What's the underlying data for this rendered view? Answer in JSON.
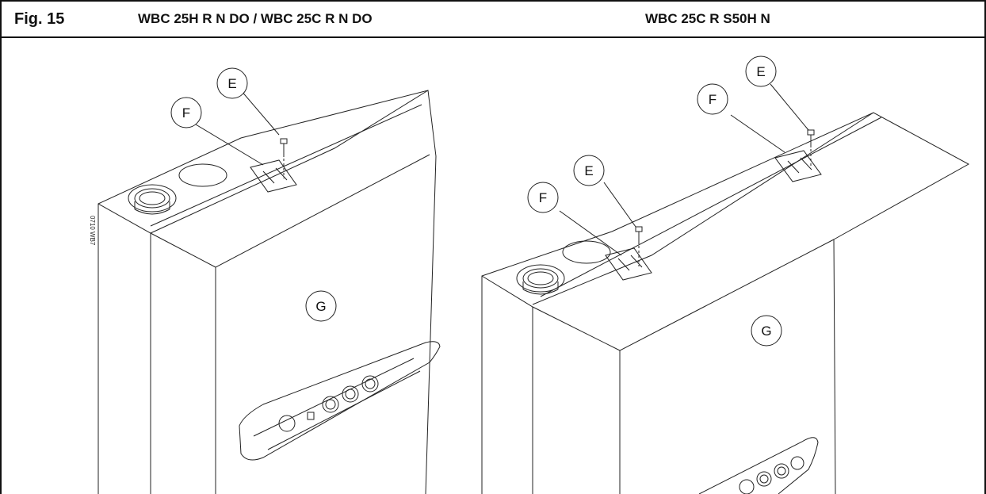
{
  "header": {
    "figure_label": "Fig. 15",
    "title_left": "WBC 25H R N DO / WBC 25C R N DO",
    "title_right": "WBC 25C R S50H N"
  },
  "left_unit": {
    "callouts": [
      "E",
      "F",
      "G"
    ],
    "side_code": "0710 WB7"
  },
  "right_unit": {
    "callouts": [
      "E",
      "F",
      "E",
      "F",
      "G"
    ]
  }
}
